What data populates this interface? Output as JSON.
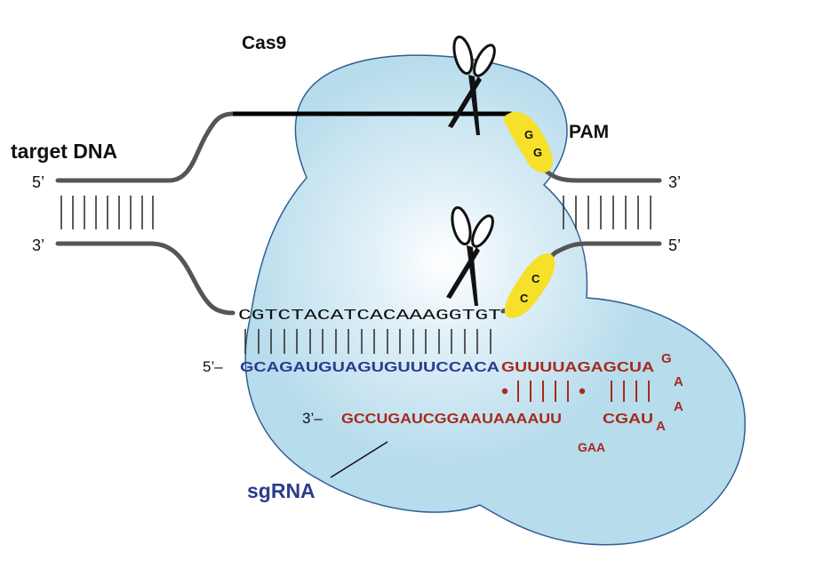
{
  "labels": {
    "cas9": "Cas9",
    "pam": "PAM",
    "target_dna": "target DNA",
    "sgrna": "sgRNA"
  },
  "strand_ends": {
    "top_left": "5’",
    "top_right": "3’",
    "bottom_left": "3’",
    "bottom_right": "5’",
    "guide_start": "5’–",
    "scaffold_end": "3’–"
  },
  "sequences": {
    "target_strand": "CGTCTACATCACAAAGGTGT",
    "guide": "GCAGAUGUAGUGUUUCCACA",
    "scaffold_top": "GUUUUAGAGCUA",
    "scaffold_bottom": "GCCUGAUCGGAAUAAAAUU",
    "scaffold_bottom2": "CGAU",
    "loop_g": "G",
    "loop_a1": "A",
    "loop_a2": "A",
    "loop_a3": "A",
    "gaa": "GAA"
  },
  "pam_bases": {
    "top_1": "G",
    "top_2": "G",
    "bottom_1": "C",
    "bottom_2": "C"
  },
  "colors": {
    "protein_fill": "#b7dcec",
    "protein_stroke": "#2f5f95",
    "pam_yellow": "#f6e02a",
    "guide_blue": "#2b3c8f",
    "scaffold_red": "#a62a1c",
    "dna_gray": "#555555"
  },
  "icons": {
    "cut_site_top": "scissors-icon",
    "cut_site_middle": "scissors-icon"
  }
}
